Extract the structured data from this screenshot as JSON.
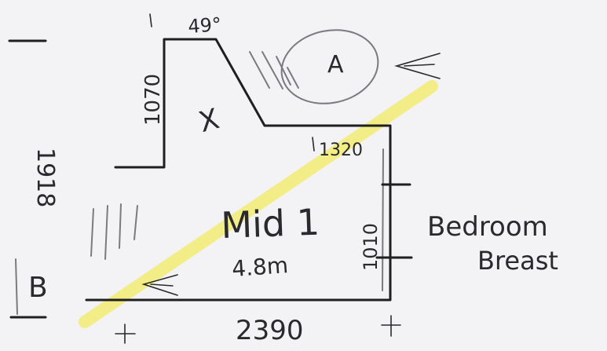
{
  "labels": {
    "top_dimension": "49°",
    "left_upper_dimension": "1070",
    "left_total_dimension": "1918",
    "mid_right_dimension": "1320",
    "right_inner_dimension": "1010",
    "bottom_dimension": "2390",
    "zone_a": "A",
    "zone_b": "B",
    "room_name": "Mid 1",
    "room_size": "4.8m",
    "adjacent_room_line1": "Bedroom",
    "adjacent_room_line2": "Breast",
    "cross_mark": "X",
    "plus_mark": "+"
  },
  "colors": {
    "paper": "#f3f2f4",
    "ink": "#1f1f22",
    "pencil": "#7a7a80",
    "highlighter": "#f2ec7a"
  }
}
